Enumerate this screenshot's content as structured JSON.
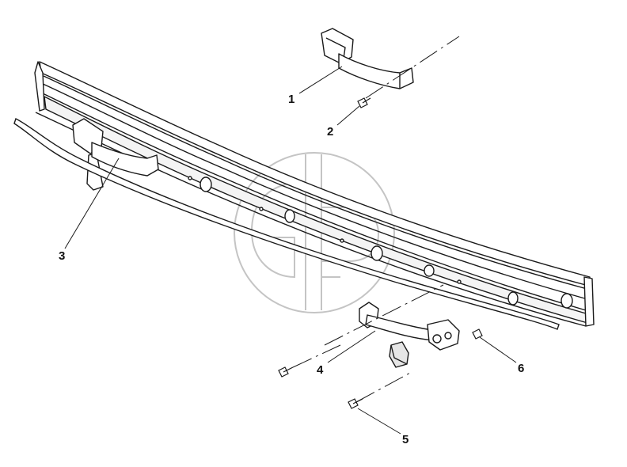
{
  "callouts": {
    "c1": "1",
    "c2": "2",
    "c3": "3",
    "c4": "4",
    "c5": "5",
    "c6": "6"
  },
  "colors": {
    "line": "#1a1a1a",
    "fill": "#ffffff",
    "shade": "#dcdcdc",
    "watermark": "#bdbdbd"
  },
  "watermark_icon": "gp-logo-watermark"
}
